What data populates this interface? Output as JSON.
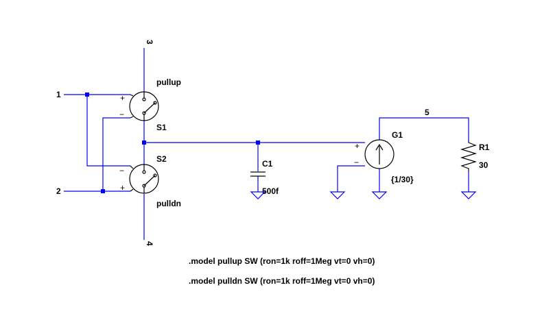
{
  "nets": {
    "n1": "1",
    "n2": "2",
    "n3": "3",
    "n4": "4",
    "n5": "5"
  },
  "switches": {
    "s1": {
      "name": "S1",
      "model": "pullup"
    },
    "s2": {
      "name": "S2",
      "model": "pulldn"
    },
    "plus": "+",
    "minus": "−"
  },
  "capacitor": {
    "name": "C1",
    "value": "500f"
  },
  "source": {
    "name": "G1",
    "value": "{1/30}",
    "plus": "+",
    "minus": "−"
  },
  "resistor": {
    "name": "R1",
    "value": "30"
  },
  "directives": [
    ".model pullup SW (ron=1k roff=1Meg vt=0 vh=0)",
    ".model pulldn SW (ron=1k roff=1Meg vt=0 vh=0)"
  ],
  "colors": {
    "wire": "#0000ff",
    "component": "#000000",
    "background": "#ffffff"
  }
}
